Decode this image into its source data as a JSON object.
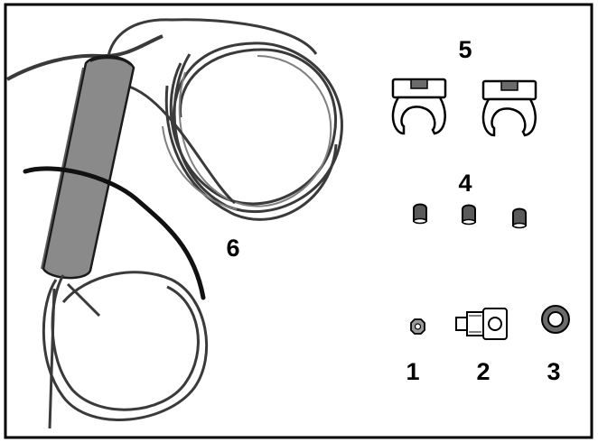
{
  "labels": {
    "part1": "1",
    "part2": "2",
    "part3": "3",
    "part4": "4",
    "part5": "5",
    "part6": "6"
  },
  "colors": {
    "frame": "#000000",
    "filter_body": "#8a8a8a",
    "tube": "#3a3a3a",
    "tube_light": "#707070",
    "part_fill": "#6b6b6b",
    "background": "#ffffff"
  },
  "icons": {
    "filter": "water-filter-cartridge-icon",
    "clip": "tube-clip-icon",
    "cap": "tube-cap-icon",
    "nut": "small-nut-icon",
    "adapter": "valve-adapter-icon",
    "washer": "washer-icon"
  }
}
